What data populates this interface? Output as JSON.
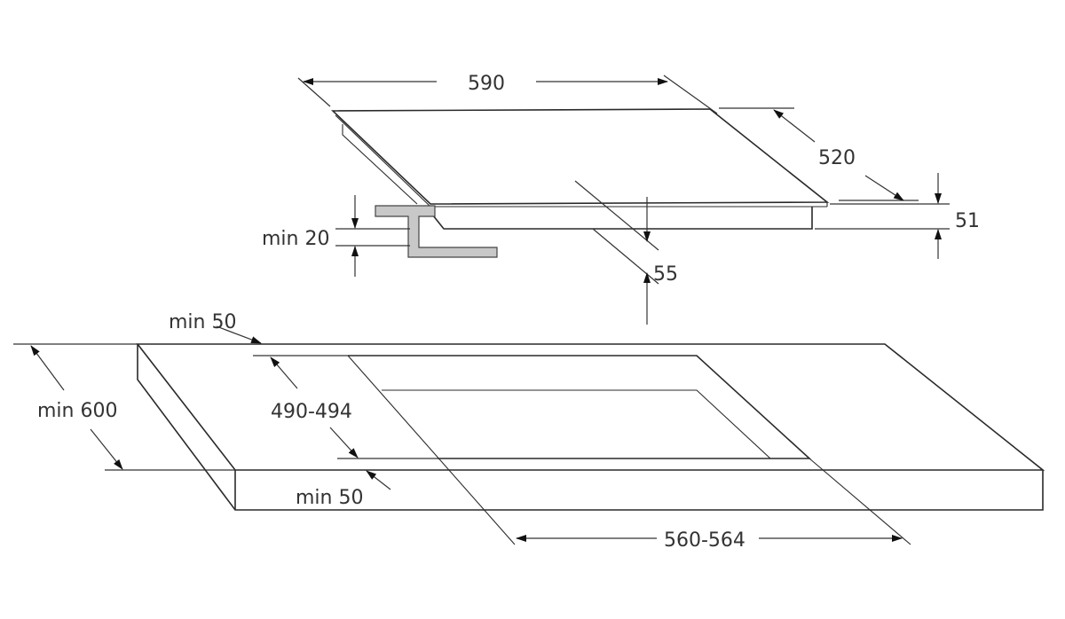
{
  "labels": {
    "hob_width": "590",
    "hob_depth": "520",
    "hob_height": "51",
    "clearance_below": "55",
    "min_worktop_thickness": "min 20",
    "min_back_distance": "min 50",
    "min_worktop_depth": "min 600",
    "cutout_depth": "490-494",
    "min_front_distance": "min 50",
    "cutout_width": "560-564"
  },
  "colors": {
    "line": "#2a2a2a",
    "bracket_fill": "#c8c8c8"
  }
}
